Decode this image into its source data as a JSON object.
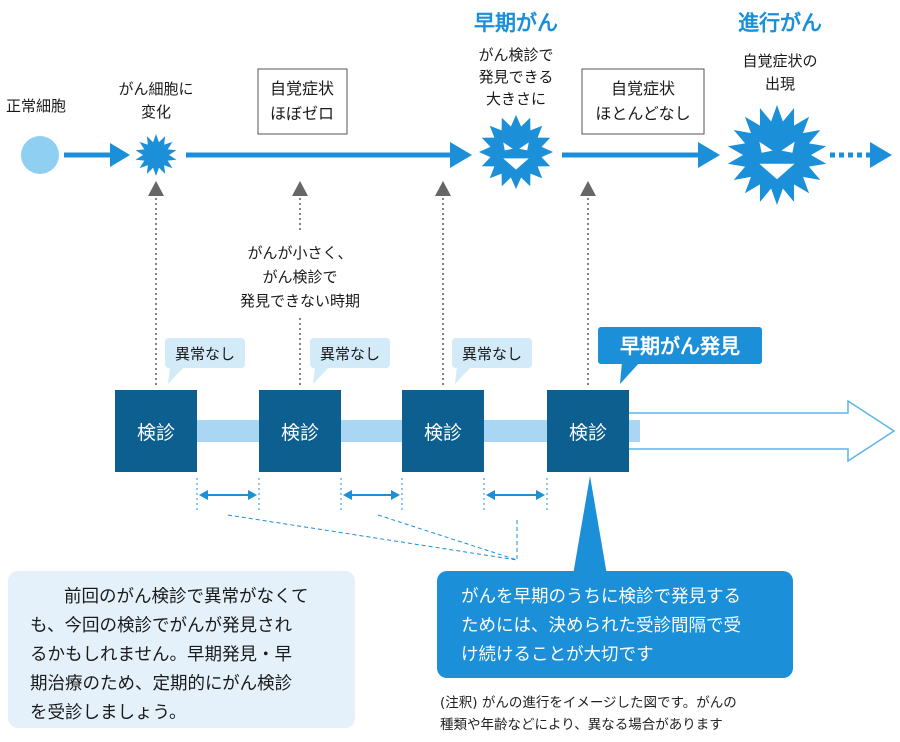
{
  "stages": {
    "normal": "正常細胞",
    "mutation": [
      "がん細胞に",
      "変化"
    ],
    "early_title": "早期がん",
    "early_caption": [
      "がん検診で",
      "発見できる",
      "大きさに"
    ],
    "advanced_title": "進行がん",
    "advanced_caption": [
      "自覚症状の",
      "出現"
    ]
  },
  "symptom_boxes": {
    "zero": [
      "自覚症状",
      "ほぼゼロ"
    ],
    "few": [
      "自覚症状",
      "ほとんどなし"
    ]
  },
  "undetectable_caption": [
    "がんが小さく、",
    "がん検診で",
    "発見できない時期"
  ],
  "screening": {
    "label": "検診",
    "results": [
      "異常なし",
      "異常なし",
      "異常なし"
    ],
    "found": "早期がん発見"
  },
  "notes": {
    "left": [
      "前回のがん検診で異常がなくて",
      "も、今回の検診でがんが発見され",
      "るかもしれません。早期発見・早",
      "期治療のため、定期的にがん検診",
      "を受診しましょう。"
    ],
    "right": [
      "がんを早期のうちに検診で発見する",
      "ためには、決められた受診間隔で受",
      "け続けることが大切です"
    ],
    "footnote": [
      "(注釈) がんの進行をイメージした図です。がんの",
      "種類や年齢などにより、異なる場合があります"
    ]
  },
  "colors": {
    "primary_blue": "#1b8fd8",
    "dark_blue": "#0c5f8e",
    "light_blue_bar": "#a9d7f3",
    "callout_bg": "#d3eaf9",
    "note_bg": "#e4f1fb",
    "normal_cell": "#8ecff2"
  }
}
